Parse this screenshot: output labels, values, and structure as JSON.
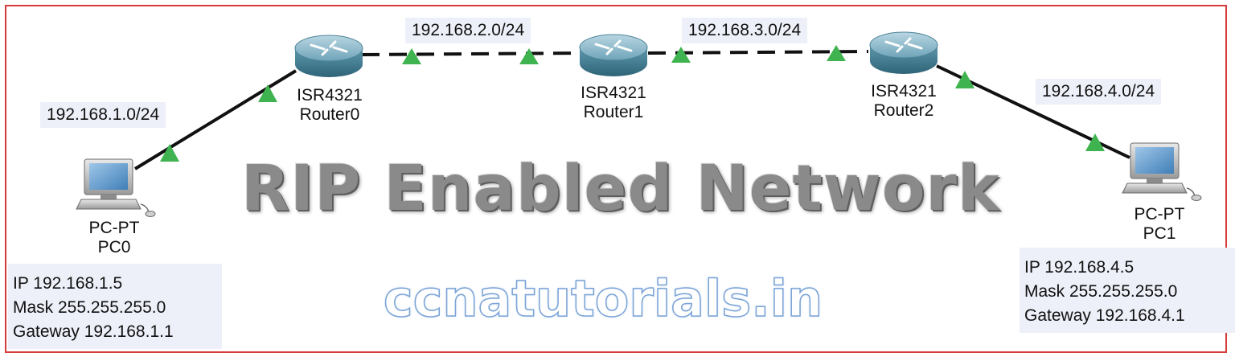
{
  "diagram": {
    "title": "RIP Enabled Network",
    "watermark": "ccnatutorials.in",
    "colors": {
      "frame_border": "#d63c3c",
      "link": "#111111",
      "link_indicator": "#3fb34f",
      "label_bg": "#edf0f8",
      "router_body": "#4f8fa6"
    },
    "networks": {
      "net1": "192.168.1.0/24",
      "net2": "192.168.2.0/24",
      "net3": "192.168.3.0/24",
      "net4": "192.168.4.0/24"
    },
    "routers": [
      {
        "model": "ISR4321",
        "name": "Router0",
        "icon": "router-icon"
      },
      {
        "model": "ISR4321",
        "name": "Router1",
        "icon": "router-icon"
      },
      {
        "model": "ISR4321",
        "name": "Router2",
        "icon": "router-icon"
      }
    ],
    "pcs": [
      {
        "model": "PC-PT",
        "name": "PC0",
        "icon": "pc-icon",
        "ip": "IP 192.168.1.5",
        "mask": "Mask 255.255.255.0",
        "gateway": "Gateway 192.168.1.1"
      },
      {
        "model": "PC-PT",
        "name": "PC1",
        "icon": "pc-icon",
        "ip": "IP 192.168.4.5",
        "mask": "Mask 255.255.255.0",
        "gateway": "Gateway 192.168.4.1"
      }
    ],
    "links": [
      {
        "from": "PC0",
        "to": "Router0",
        "style": "solid"
      },
      {
        "from": "Router0",
        "to": "Router1",
        "style": "dashed"
      },
      {
        "from": "Router1",
        "to": "Router2",
        "style": "dashed"
      },
      {
        "from": "Router2",
        "to": "PC1",
        "style": "solid"
      }
    ]
  }
}
